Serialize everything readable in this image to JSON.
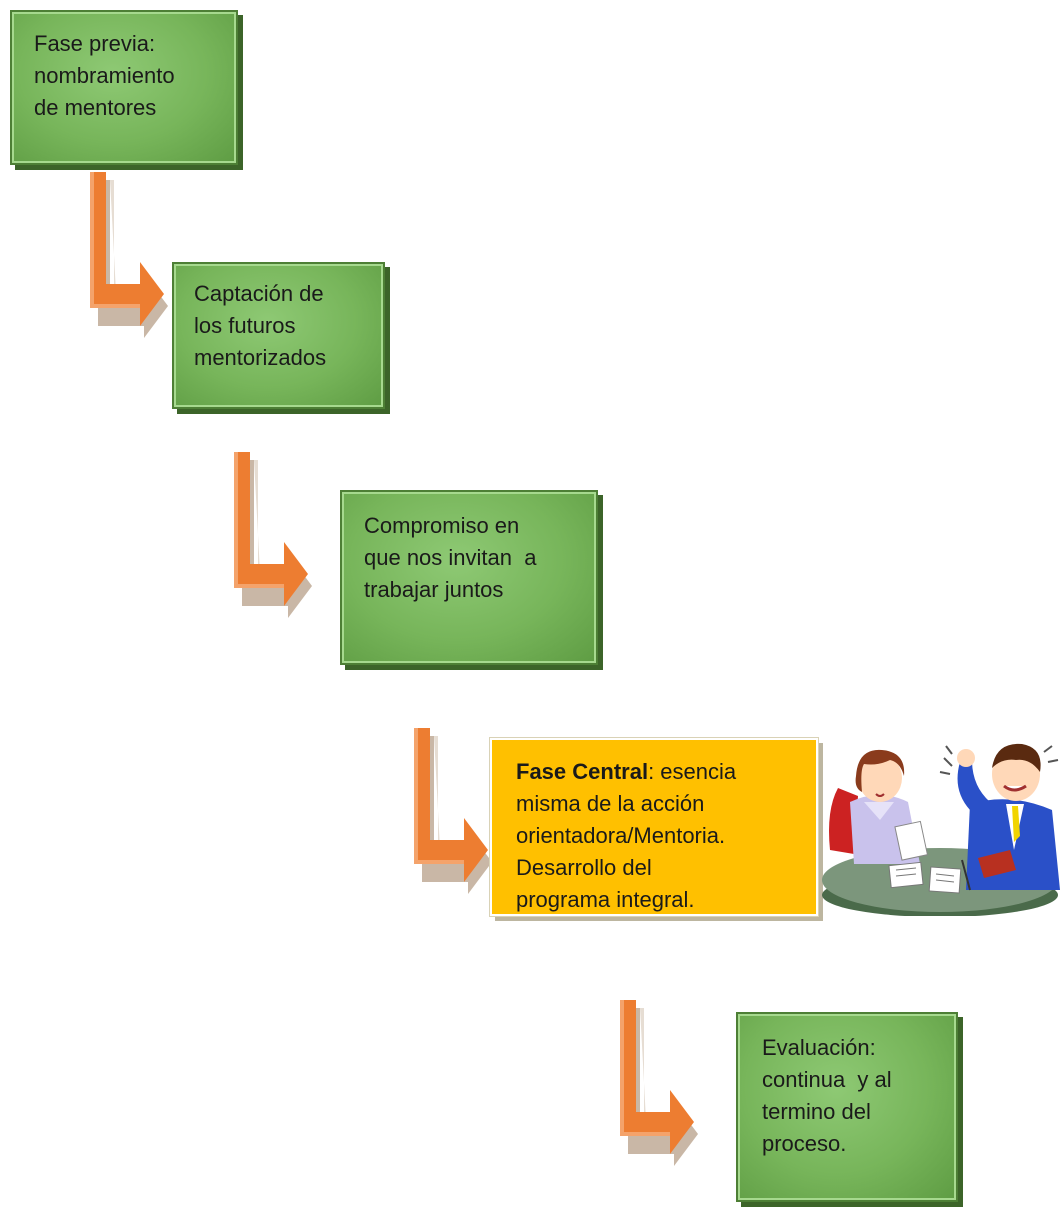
{
  "steps": [
    {
      "line1": "Fase previa:",
      "line2": "nombramiento",
      "line3": "de mentores"
    },
    {
      "line1": "Captación de",
      "line2": "los futuros",
      "line3": "mentorizados"
    },
    {
      "line1": "Compromiso en",
      "line2": "que nos invitan  a",
      "line3": "trabajar juntos"
    },
    {
      "bold": "Fase Central",
      "line1_rest": ": esencia",
      "line2": "misma de la acción",
      "line3": "orientadora/Mentoria.",
      "line4": "Desarrollo del",
      "line5": "programa integral."
    },
    {
      "line1": "Evaluación:",
      "line2": "continua  y al",
      "line3": "termino del",
      "line4": "proceso."
    }
  ],
  "colors": {
    "green": "#77b55a",
    "gold": "#ffc000",
    "arrow": "#ed7d31",
    "arrow_shadow": "#c8b8a8"
  },
  "illustration": "two-people-meeting-clipart"
}
